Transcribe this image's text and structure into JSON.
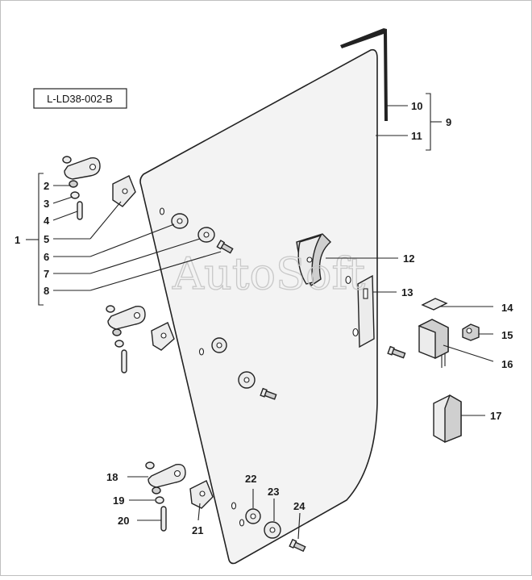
{
  "drawing_code": "L-LD38-002-B",
  "watermark": "AutoSoft",
  "callouts": {
    "c1": "1",
    "c2": "2",
    "c3": "3",
    "c4": "4",
    "c5": "5",
    "c6": "6",
    "c7": "7",
    "c8": "8",
    "c9": "9",
    "c10": "10",
    "c11": "11",
    "c12": "12",
    "c13": "13",
    "c14": "14",
    "c15": "15",
    "c16": "16",
    "c17": "17",
    "c18": "18",
    "c19": "19",
    "c20": "20",
    "c21": "21",
    "c22": "22",
    "c23": "23",
    "c24": "24"
  }
}
